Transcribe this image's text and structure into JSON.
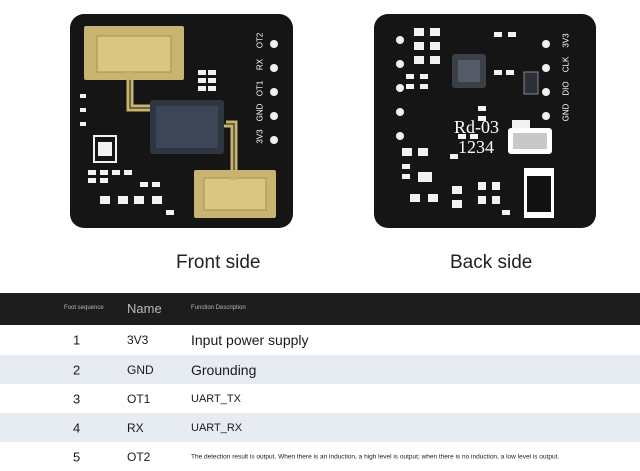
{
  "front": {
    "caption": "Front side",
    "pins": [
      "OT2",
      "RX",
      "OT1",
      "GND",
      "3V3"
    ]
  },
  "back": {
    "caption": "Back side",
    "chip_line1": "Rd-03",
    "chip_line2": "1234",
    "pins": [
      "3V3",
      "CLK",
      "DIO",
      "GND"
    ]
  },
  "table": {
    "headers": {
      "sequence": "Foot sequence",
      "name": "Name",
      "description": "Function Description"
    },
    "rows": [
      {
        "no": "1",
        "name": "3V3",
        "desc": "Input power supply"
      },
      {
        "no": "2",
        "name": "GND",
        "desc": "Grounding"
      },
      {
        "no": "3",
        "name": "OT1",
        "desc": "UART_TX"
      },
      {
        "no": "4",
        "name": "RX",
        "desc": "UART_RX"
      },
      {
        "no": "5",
        "name": "OT2",
        "desc": "The detection result is output. When there is an induction, a high level is output; when there is no induction, a low level is output."
      }
    ],
    "colors": {
      "header_bg": "#1d1d1d",
      "row_alt": "#e6ecf1",
      "row": "#ffffff"
    }
  }
}
